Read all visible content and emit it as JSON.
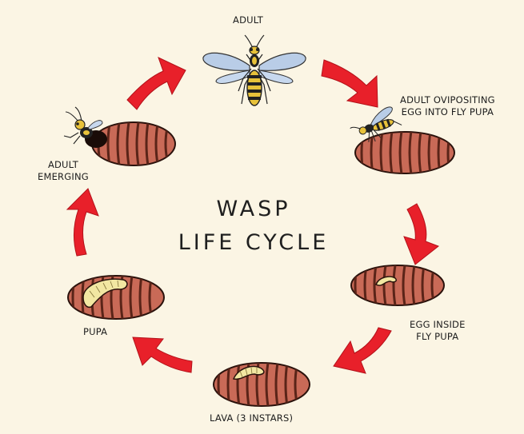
{
  "title": {
    "line1": "WASP",
    "line2": "LIFE CYCLE"
  },
  "stages": {
    "adult": {
      "lines": [
        "ADULT"
      ]
    },
    "ovipositing": {
      "lines": [
        "ADULT OVIPOSITING",
        "EGG INTO FLY PUPA"
      ]
    },
    "egg": {
      "lines": [
        "EGG INSIDE",
        "FLY PUPA"
      ]
    },
    "larva": {
      "lines": [
        "LAVA (3 INSTARS)"
      ]
    },
    "pupa": {
      "lines": [
        "PUPA"
      ]
    },
    "emerging": {
      "lines": [
        "ADULT",
        "EMERGING"
      ]
    }
  },
  "colors": {
    "background": "#fbf5e4",
    "arrow": "#e8202a",
    "arrow_dark": "#b3121a",
    "pupa_body": "#c96a57",
    "pupa_stripe": "#5a2418",
    "larva": "#f2e7a2",
    "wing": "#b9cde7",
    "wasp_body": "#e8c23a"
  },
  "icons": [
    "cycle-arrow-icon",
    "wasp-icon",
    "fly-pupa-icon",
    "larva-icon",
    "egg-icon"
  ]
}
